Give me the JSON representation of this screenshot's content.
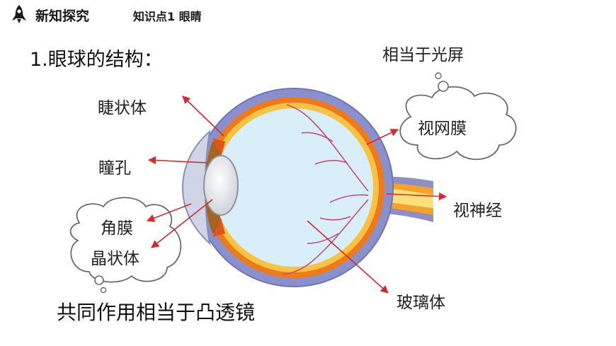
{
  "header": {
    "section": "新知探究",
    "topic": "知识点1  眼睛",
    "icon": "rocket-icon"
  },
  "title": "1.眼球的结构：",
  "labels": {
    "ciliary_body": "睫状体",
    "pupil": "瞳孔",
    "cornea": "角膜",
    "lens": "晶状体",
    "retina": "视网膜",
    "optic_nerve": "视神经",
    "vitreous": "玻璃体",
    "screen_note": "相当于光屏"
  },
  "bottom_note": "共同作用相当于凸透镜",
  "colors": {
    "arrow": "#d8282c",
    "sclera": "#7f86c8",
    "choroid": "#f07a1a",
    "retina_layer": "#f7c342",
    "vitreous_fill": "#d8eef8",
    "vessel": "#cc4a7a"
  }
}
